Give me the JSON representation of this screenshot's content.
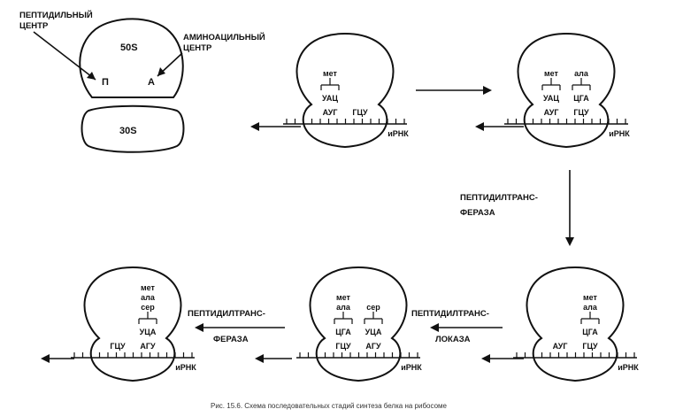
{
  "ribosome_key": {
    "peptidyl_center": [
      "ПЕПТИДИЛЬНЫЙ",
      "ЦЕНТР"
    ],
    "aminoacyl_center": [
      "АМИНОАЦИЛЬНЫЙ",
      "ЦЕНТР"
    ],
    "large_subunit": "50S",
    "small_subunit": "30S",
    "p_site": "П",
    "a_site": "А"
  },
  "mrna_label": "иРНК",
  "steps": [
    {
      "amino_acids": [
        [
          "мет"
        ],
        []
      ],
      "anticodons": [
        "УАЦ",
        ""
      ],
      "codons": [
        "АУГ",
        "ГЦУ"
      ]
    },
    {
      "amino_acids": [
        [
          "мет"
        ],
        [
          "ала"
        ]
      ],
      "anticodons": [
        "УАЦ",
        "ЦГА"
      ],
      "codons": [
        "АУГ",
        "ГЦУ"
      ]
    },
    {
      "amino_acids": [
        [],
        [
          "мет",
          "ала"
        ]
      ],
      "anticodons": [
        "",
        "ЦГА"
      ],
      "codons": [
        "АУГ",
        "ГЦУ"
      ]
    },
    {
      "amino_acids": [
        [
          "мет",
          "ала"
        ],
        [
          "сер"
        ]
      ],
      "anticodons": [
        "ЦГА",
        "УЦА"
      ],
      "codons": [
        "ГЦУ",
        "АГУ"
      ]
    },
    {
      "amino_acids": [
        [],
        [
          "мет",
          "ала",
          "сер"
        ]
      ],
      "anticodons": [
        "",
        "УЦА"
      ],
      "codons": [
        "ГЦУ",
        "АГУ"
      ]
    }
  ],
  "enzyme_labels": {
    "transfer_1": [
      "ПЕПТИДИЛТРАНС-",
      "ФЕРАЗА"
    ],
    "translocase": [
      "ПЕПТИДИЛТРАНС-",
      "ЛОКАЗА"
    ],
    "transfer_2": [
      "ПЕПТИДИЛТРАНС-",
      "ФЕРАЗА"
    ]
  },
  "caption": "Рис. 15.6. Схема последовательных стадий синтеза белка на рибосоме"
}
